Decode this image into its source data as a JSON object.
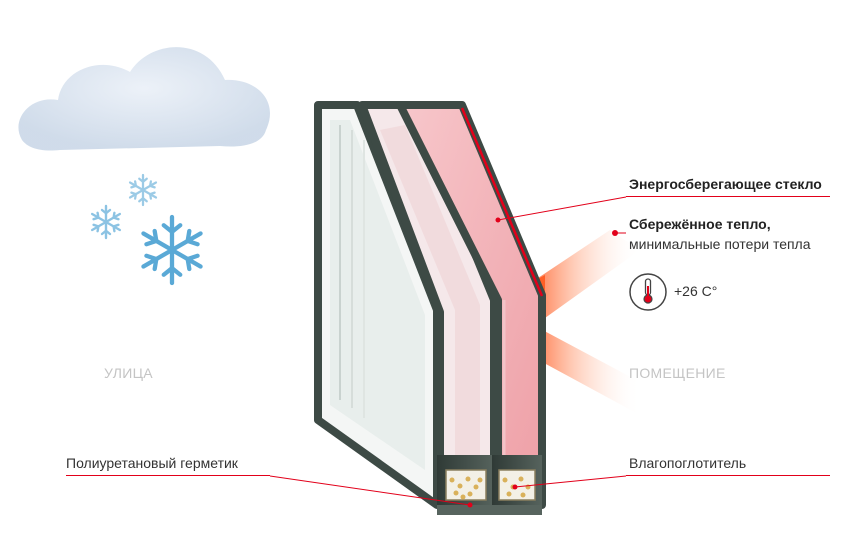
{
  "zones": {
    "outside": "УЛИЦА",
    "inside": "ПОМЕЩЕНИЕ"
  },
  "callouts": {
    "energy_glass": "Энергосберегающее стекло",
    "warmth_title": "Сбережённое тепло,",
    "warmth_subtitle": "минимальные потери тепла",
    "temperature": "+26 C°",
    "sealant": "Полиуретановый герметик",
    "desiccant": "Влагопоглотитель"
  },
  "icons": {
    "cloud": "cloud-icon",
    "snowflakes": "snowflake-icon",
    "thermometer": "thermometer-icon"
  },
  "colors": {
    "accent_red": "#e2001a",
    "frame_dark": "#3d4a45",
    "glass_pink": "#f2b5ba",
    "heat_orange": "#ff5a1f",
    "snow_blue": "#6ab0d8"
  }
}
